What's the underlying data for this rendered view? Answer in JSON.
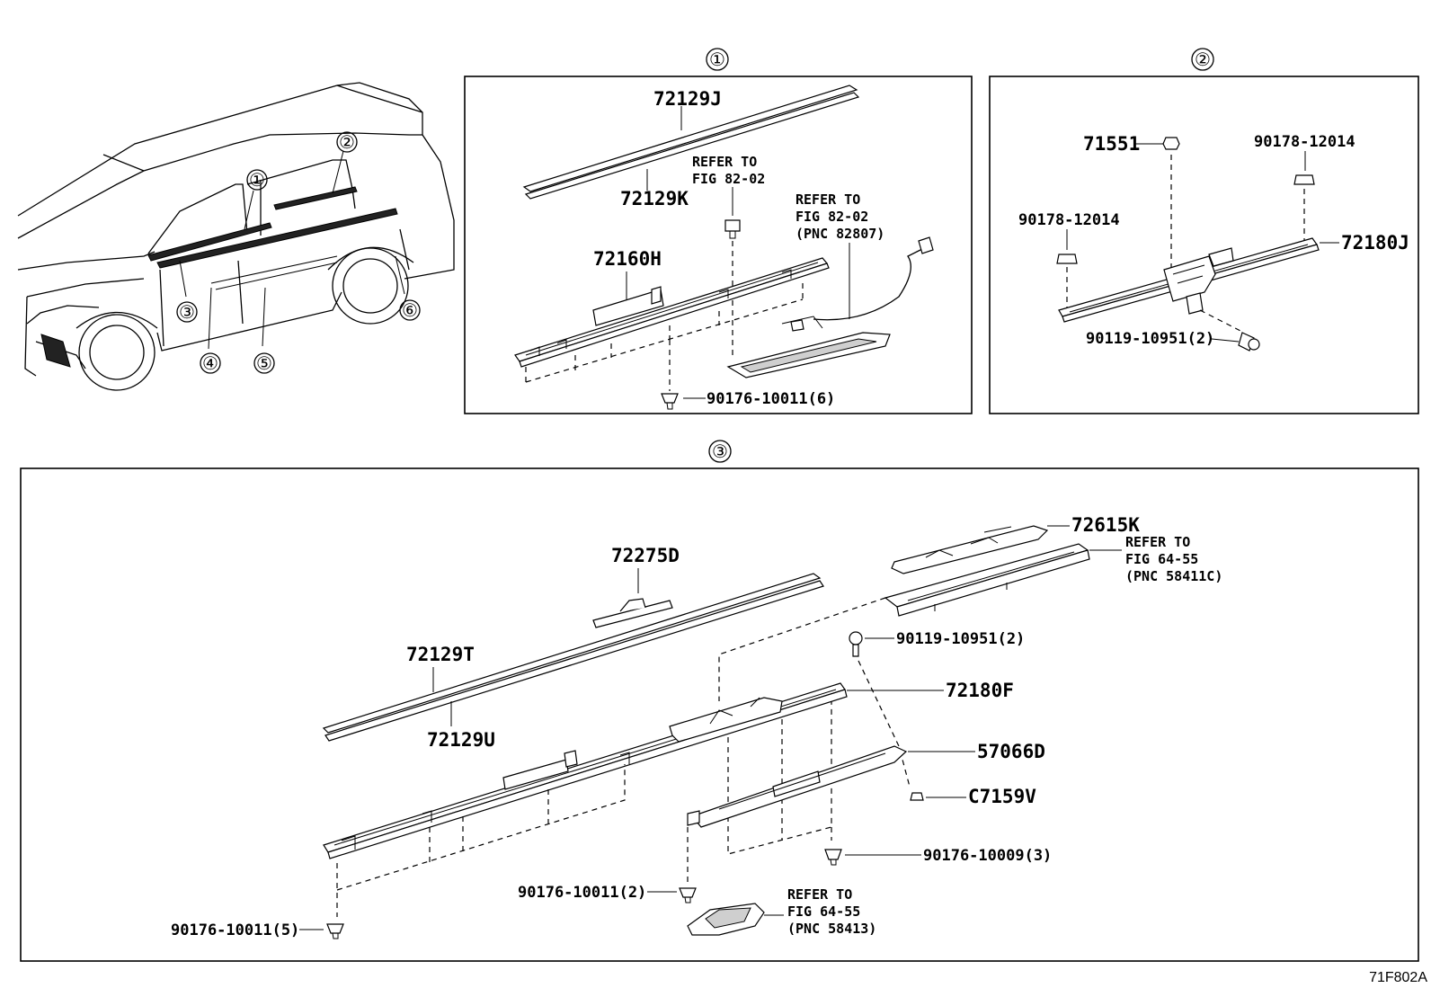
{
  "sections": {
    "s1": "①",
    "s2": "②",
    "s3": "③"
  },
  "overview": {
    "markers": [
      "①",
      "②",
      "③",
      "④",
      "⑤",
      "⑥"
    ]
  },
  "panel1": {
    "p72129J": "72129J",
    "p72129K": "72129K",
    "p72160H": "72160H",
    "ref_a": [
      "REFER TO",
      "FIG 82-02"
    ],
    "ref_b": [
      "REFER TO",
      "FIG 82-02",
      "(PNC 82807)"
    ],
    "clip": "90176-10011(6)"
  },
  "panel2": {
    "p71551": "71551",
    "p90178a": "90178-12014",
    "p90178b": "90178-12014",
    "p72180J": "72180J",
    "bolt": "90119-10951(2)"
  },
  "panel3": {
    "p72615K": "72615K",
    "ref_a": [
      "REFER TO",
      "FIG 64-55",
      "(PNC 58411C)"
    ],
    "p72275D": "72275D",
    "p72129T": "72129T",
    "p72129U": "72129U",
    "bolt": "90119-10951(2)",
    "p72180F": "72180F",
    "p57066D": "57066D",
    "pC7159V": "C7159V",
    "clip3": "90176-10009(3)",
    "clip2": "90176-10011(2)",
    "ref_b": [
      "REFER TO",
      "FIG 64-55",
      "(PNC 58413)"
    ],
    "clip5": "90176-10011(5)"
  },
  "figure_code": "71F802A"
}
